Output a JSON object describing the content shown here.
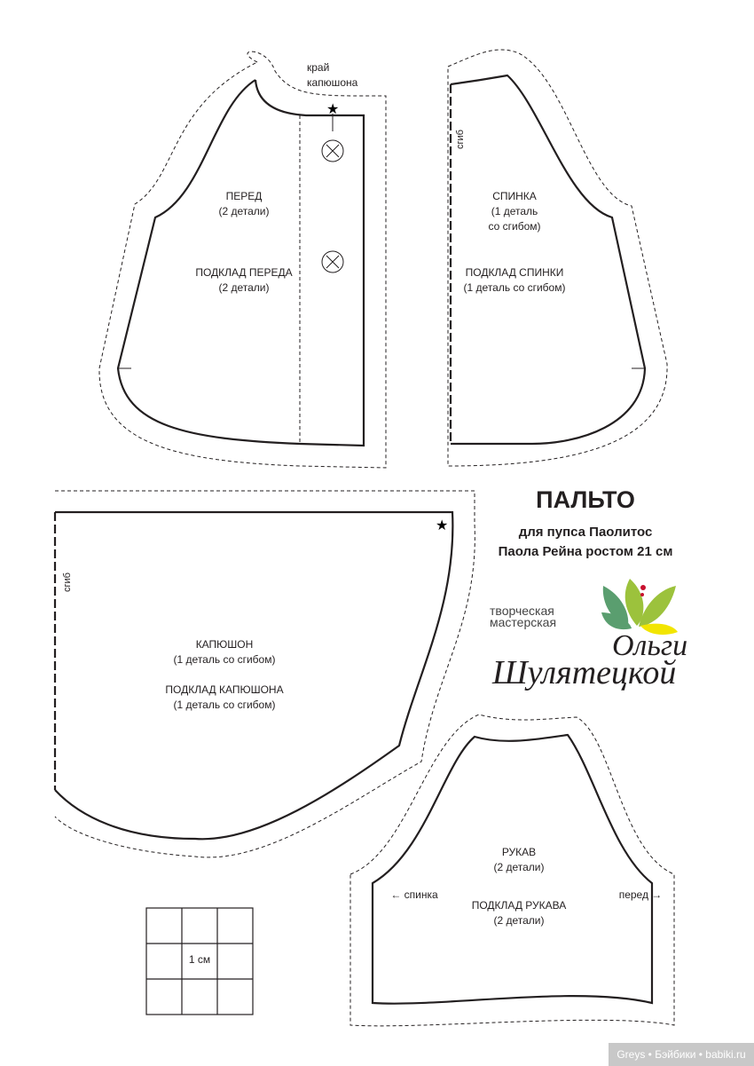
{
  "title": "ПАЛЬТО",
  "subtitle_1": "для пупса Паолитос",
  "subtitle_2": "Паола Рейна ростом 21 см",
  "logo": {
    "line1": "творческая",
    "line2": "мастерская",
    "signature": "Ольги Шулятецкой",
    "colors": [
      "#5a9e6f",
      "#9cc23c",
      "#f2e500",
      "#c8102e"
    ]
  },
  "pieces": {
    "front": {
      "name": "ПЕРЕД",
      "count": "(2 детали)",
      "lining": "ПОДКЛАД ПЕРЕДА",
      "lining_count": "(2 детали)",
      "edge_note_1": "край",
      "edge_note_2": "капюшона"
    },
    "back": {
      "name": "СПИНКА",
      "count_1": "(1 деталь",
      "count_2": "со сгибом)",
      "lining": "ПОДКЛАД СПИНКИ",
      "lining_count": "(1 деталь со сгибом)",
      "fold": "сгиб"
    },
    "hood": {
      "name": "КАПЮШОН",
      "count": "(1 деталь со сгибом)",
      "lining": "ПОДКЛАД КАПЮШОНА",
      "lining_count": "(1 деталь со сгибом)",
      "fold": "сгиб"
    },
    "sleeve": {
      "name": "РУКАВ",
      "count": "(2 детали)",
      "lining": "ПОДКЛАД РУКАВА",
      "lining_count": "(2 детали)",
      "left_mark": "← спинка",
      "right_mark": "перед →"
    }
  },
  "scale_label": "1 см",
  "watermark": "Greys • Бэйбики • babiki.ru"
}
